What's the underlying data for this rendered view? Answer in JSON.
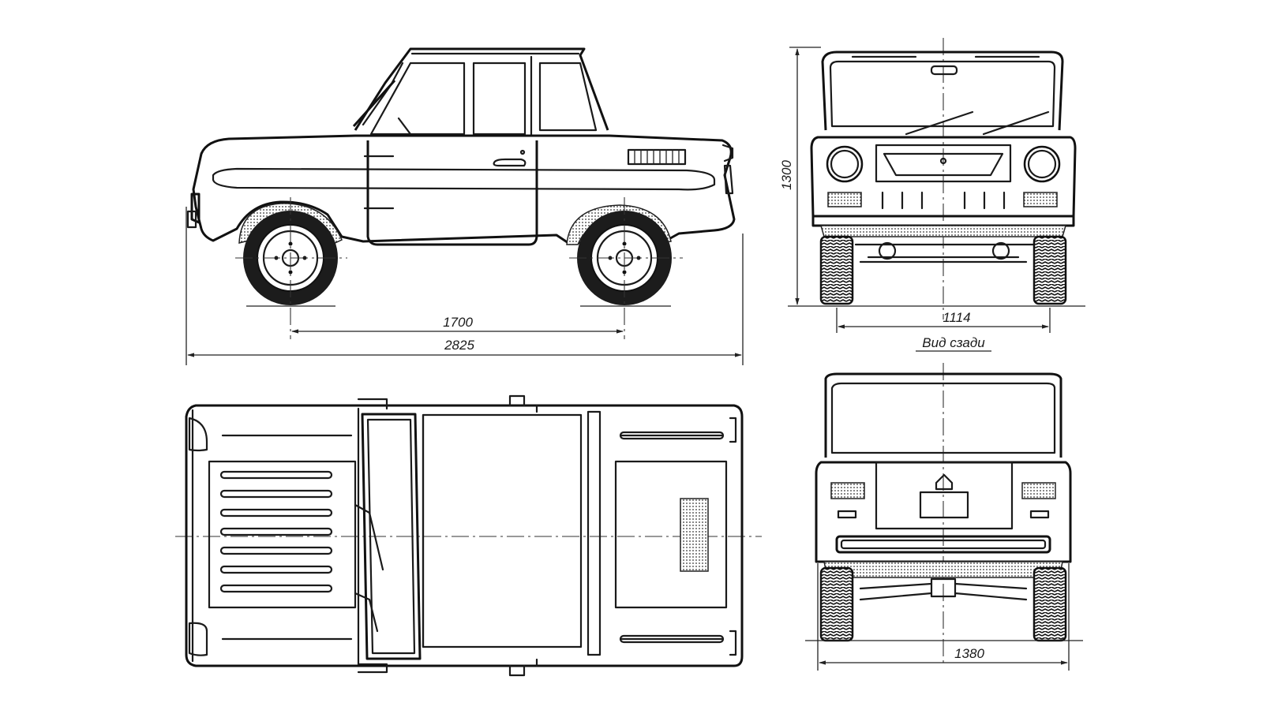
{
  "dimensions": {
    "wheelbase": "1700",
    "overall_length": "2825",
    "height": "1300",
    "front_track": "1114",
    "overall_width": "1380"
  },
  "captions": {
    "rear_view": "Вид сзади"
  }
}
